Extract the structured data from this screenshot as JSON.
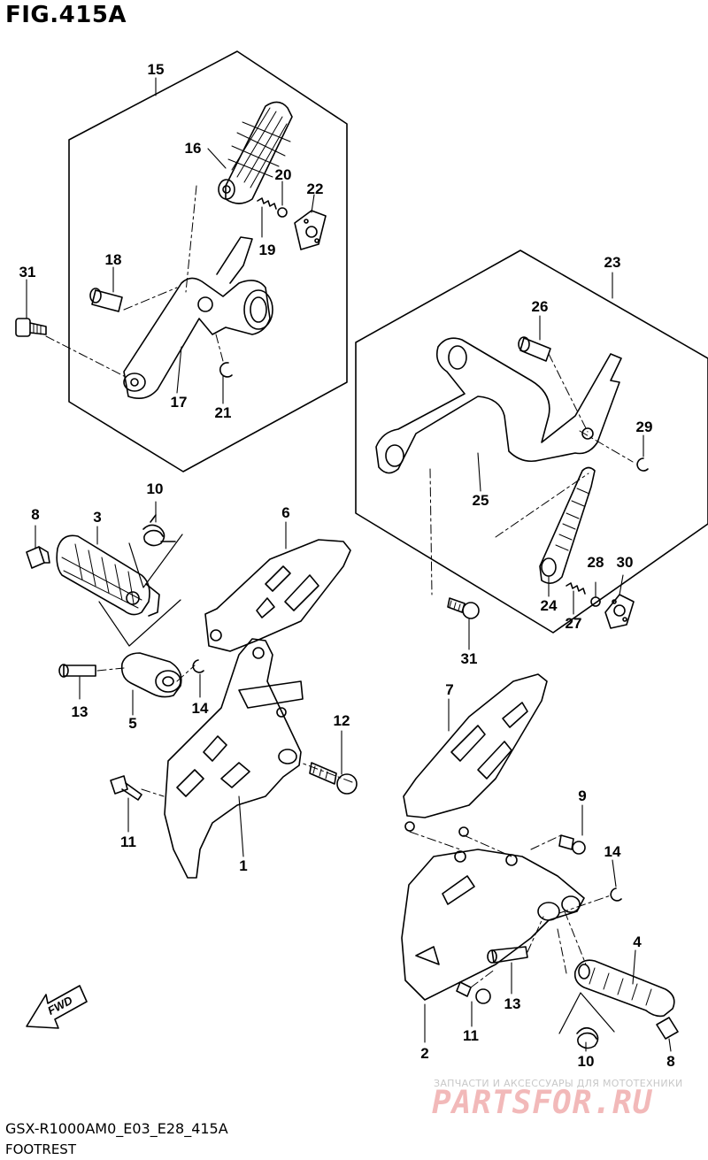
{
  "figure": {
    "title": "FIG.415A",
    "code": "GSX-R1000AM0_E03_E28_415A",
    "name": "FOOTREST"
  },
  "watermark": {
    "tagline": "ЗАПЧАСТИ И АКСЕССУАРЫ ДЛЯ МОТОТЕХНИКИ",
    "brand": "PARTSFOR.RU"
  },
  "fwd_label": "FWD",
  "parts": [
    {
      "ref": "1"
    },
    {
      "ref": "2"
    },
    {
      "ref": "3"
    },
    {
      "ref": "4"
    },
    {
      "ref": "5"
    },
    {
      "ref": "6"
    },
    {
      "ref": "7"
    },
    {
      "ref": "8"
    },
    {
      "ref": "8"
    },
    {
      "ref": "9"
    },
    {
      "ref": "10"
    },
    {
      "ref": "10"
    },
    {
      "ref": "11"
    },
    {
      "ref": "11"
    },
    {
      "ref": "12"
    },
    {
      "ref": "13"
    },
    {
      "ref": "13"
    },
    {
      "ref": "14"
    },
    {
      "ref": "14"
    },
    {
      "ref": "15"
    },
    {
      "ref": "16"
    },
    {
      "ref": "17"
    },
    {
      "ref": "18"
    },
    {
      "ref": "19"
    },
    {
      "ref": "20"
    },
    {
      "ref": "21"
    },
    {
      "ref": "22"
    },
    {
      "ref": "23"
    },
    {
      "ref": "24"
    },
    {
      "ref": "25"
    },
    {
      "ref": "26"
    },
    {
      "ref": "27"
    },
    {
      "ref": "28"
    },
    {
      "ref": "29"
    },
    {
      "ref": "30"
    },
    {
      "ref": "31"
    },
    {
      "ref": "31"
    }
  ]
}
